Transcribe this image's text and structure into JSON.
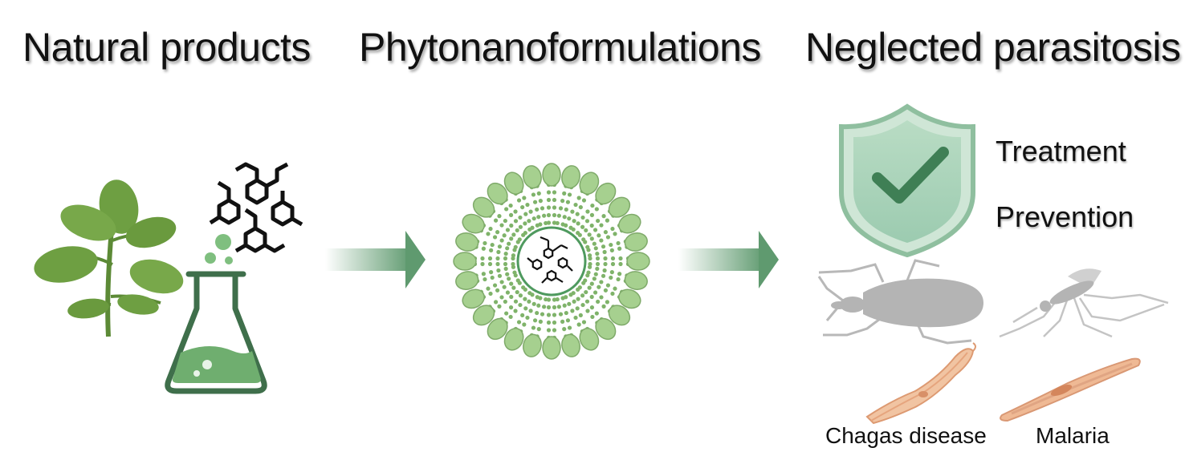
{
  "stages": [
    {
      "title": "Natural products"
    },
    {
      "title": "Phytonanoformulations"
    },
    {
      "title": "Neglected parasitosis"
    }
  ],
  "outcomes": [
    "Treatment",
    "Prevention"
  ],
  "diseases": [
    "Chagas disease",
    "Malaria"
  ],
  "colors": {
    "leaf": "#6a9a3e",
    "flask_outline": "#3f6f4b",
    "flask_liquid": "#6fae6f",
    "arrow": "#5f9a6f",
    "shield_outer": "#8fbf9f",
    "shield_inner": "#aed2ba",
    "check": "#3f7f55",
    "nano_head": "#9ecb8a",
    "bug": "#b4b4b4",
    "parasite": "#e8b08a"
  }
}
